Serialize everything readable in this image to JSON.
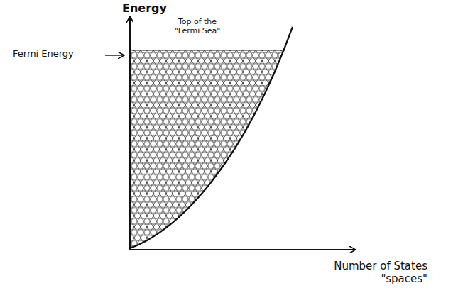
{
  "diagram": {
    "labels": [
      "Energy",
      "Fermi Energy",
      "Top of the \"Fermi Sea\"",
      "Number of States \"spaces\""
    ]
  }
}
